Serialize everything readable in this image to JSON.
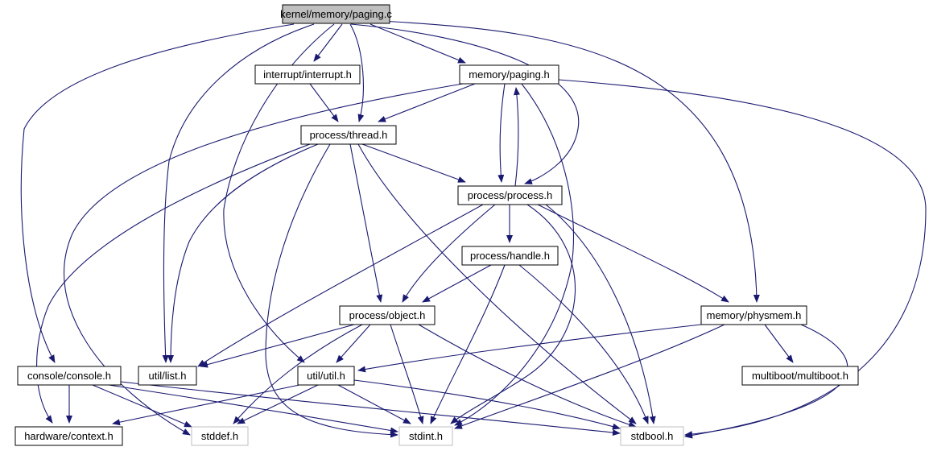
{
  "colors": {
    "edge": "#191970",
    "box_border": "#000000",
    "box_fill": "#ffffff",
    "root_fill": "#bfbfbf",
    "system_border": "#bfbfbf"
  },
  "nodes": [
    {
      "id": "root",
      "label": "kernel/memory/paging.c",
      "kind": "root"
    },
    {
      "id": "interrupt",
      "label": "interrupt/interrupt.h",
      "kind": "normal"
    },
    {
      "id": "mpaging",
      "label": "memory/paging.h",
      "kind": "normal"
    },
    {
      "id": "thread",
      "label": "process/thread.h",
      "kind": "normal"
    },
    {
      "id": "process",
      "label": "process/process.h",
      "kind": "normal"
    },
    {
      "id": "handle",
      "label": "process/handle.h",
      "kind": "normal"
    },
    {
      "id": "object",
      "label": "process/object.h",
      "kind": "normal"
    },
    {
      "id": "physmem",
      "label": "memory/physmem.h",
      "kind": "normal"
    },
    {
      "id": "console",
      "label": "console/console.h",
      "kind": "normal"
    },
    {
      "id": "list",
      "label": "util/list.h",
      "kind": "normal"
    },
    {
      "id": "util",
      "label": "util/util.h",
      "kind": "normal"
    },
    {
      "id": "multiboot",
      "label": "multiboot/multiboot.h",
      "kind": "normal"
    },
    {
      "id": "context",
      "label": "hardware/context.h",
      "kind": "normal"
    },
    {
      "id": "stddef",
      "label": "stddef.h",
      "kind": "system"
    },
    {
      "id": "stdint",
      "label": "stdint.h",
      "kind": "system"
    },
    {
      "id": "stdbool",
      "label": "stdbool.h",
      "kind": "system"
    }
  ]
}
